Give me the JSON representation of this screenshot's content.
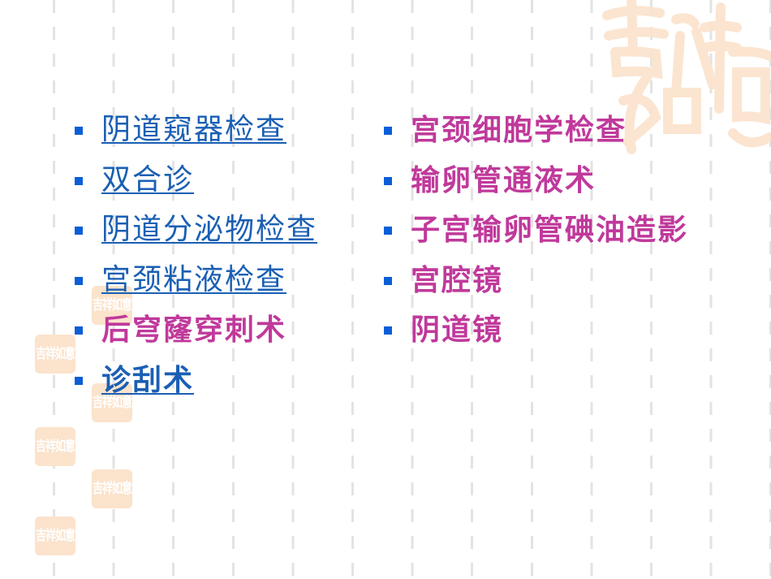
{
  "slide": {
    "background_decor": {
      "watermark_text": "吉祥如意",
      "watermark_color": "#fbe3cc",
      "grid_dash_color": "#e3e3e3"
    },
    "colors": {
      "bullet": "#0b5ed7",
      "link": "#1a5fb4",
      "highlight": "#c0399b"
    },
    "left_column": [
      {
        "label": "阴道窥器检查",
        "style": "link"
      },
      {
        "label": "双合诊",
        "style": "link"
      },
      {
        "label": "阴道分泌物检查",
        "style": "link"
      },
      {
        "label": "宫颈粘液检查",
        "style": "link"
      },
      {
        "label": "后穹窿穿刺术",
        "style": "plain"
      },
      {
        "label": "诊刮术",
        "style": "link-bold"
      }
    ],
    "right_column": [
      {
        "label": "宫颈细胞学检查",
        "style": "plain"
      },
      {
        "label": "输卵管通液术",
        "style": "plain"
      },
      {
        "label": "子宫输卵管碘油造影",
        "style": "plain"
      },
      {
        "label": "宫腔镜",
        "style": "plain"
      },
      {
        "label": "阴道镜",
        "style": "plain"
      }
    ]
  }
}
